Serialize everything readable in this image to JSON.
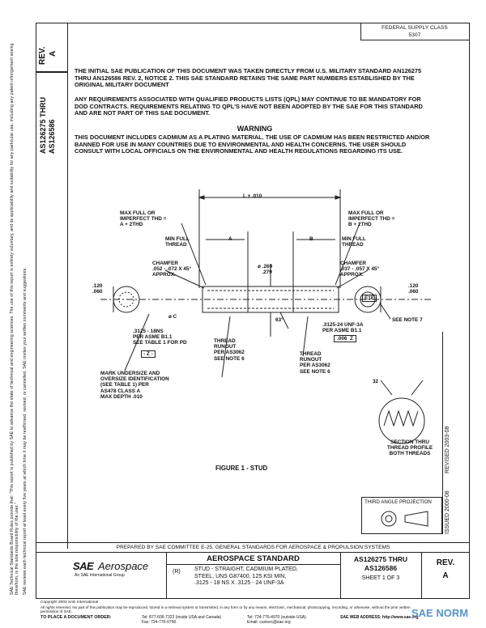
{
  "header": {
    "rev_label": "REV.",
    "rev_value": "A",
    "doc_numbers": "AS126275 THRU AS126586",
    "federal_supply_label": "FEDERAL SUPPLY CLASS",
    "federal_supply_value": "5307"
  },
  "paragraphs": {
    "p1": "THE INITIAL SAE PUBLICATION OF THIS DOCUMENT WAS TAKEN DIRECTLY FROM U.S. MILITARY STANDARD AN126275 THRU AN126586 REV. 2, NOTICE 2. THIS SAE STANDARD RETAINS THE SAME PART NUMBERS ESTABLISHED BY THE ORIGINAL MILITARY DOCUMENT",
    "p2": "ANY REQUIREMENTS ASSOCIATED WITH QUALIFIED PRODUCTS LISTS (QPL) MAY CONTINUE TO BE MANDATORY FOR DOD CONTRACTS. REQUIREMENTS RELATING TO QPL'S HAVE NOT BEEN ADOPTED BY THE SAE FOR THIS STANDARD AND ARE NOT PART OF THIS SAE DOCUMENT.",
    "warning_title": "WARNING",
    "p3": "THIS DOCUMENT INCLUDES CADMIUM AS A PLATING MATERIAL. THE USE OF CADMIUM HAS BEEN RESTRICTED AND/OR BANNED FOR USE IN MANY COUNTRIES DUE TO ENVIRONMENTAL AND HEALTH CONCERNS. THE USER SHOULD CONSULT WITH LOCAL OFFICIALS ON THE ENVIRONMENTAL AND HEALTH REGULATIONS REGARDING ITS USE."
  },
  "figure": {
    "caption": "FIGURE 1 - STUD",
    "labels": {
      "length": "L ± .010",
      "max_full_left": "MAX FULL OR\nIMPERFECT THD =\nA + 2THD",
      "max_full_right": "MAX FULL OR\nIMPERFECT THD =\nB + 2THD",
      "min_full_left": "MIN FULL\nTHREAD",
      "min_full_right": "MIN FULL\nTHREAD",
      "dim_a": "A",
      "dim_b": "B",
      "chamfer_left": "CHAMFER\n.052 - .072 X 45°\nAPPROX.",
      "chamfer_right": "CHAMFER\n.037 - .057 X 45°\nAPPROX.",
      "dia": "ø .269\n   .279",
      "left_dims": ".120\n.060",
      "right_dims": ".120\n.060",
      "phi_c": "ø C",
      "angle": "63°",
      "e1e_tag": "E1E",
      "see_note_7": "SEE NOTE 7",
      "thread_left": ".3125 - 18NS\nPER ASME B1.1\nSEE TABLE 1 FOR PD",
      "z_box": "- Z -",
      "thread_right": ".3125-24 UNF-3A\nPER ASME B1.1",
      "tolerance": ".006  Z",
      "runout_left": "THREAD\nRUNOUT\nPER AS3062\nSEE NOTE 6",
      "runout_right": "THREAD\nRUNOUT\nPER AS3062\nSEE NOTE 6",
      "mark_undersize": "MARK UNDERSIZE AND\nOVERSIZE IDENTIFICATION\n(SEE TABLE 1) PER\nAS478 CLASS A\nMAX DEPTH .010",
      "section_angle": "32",
      "section_caption": "SECTION THRU\nTHREAD PROFILE\nBOTH THREADS"
    }
  },
  "side": {
    "revised": "REVISED 2003-08",
    "issued": "ISSUED 2000-08",
    "third_angle": "THIRD ANGLE PROJECTION"
  },
  "left_margin": {
    "note1": "SAE Technical Standards Board Rules provide that: \"This report is published by SAE to advance the state of technical and engineering sciences. The use of this report is entirely voluntary, and its applicability and suitability for any particular use, including any patent infringement arising therefrom, is the sole responsibility of the user.\"",
    "note2": "SAE reviews each technical report at least every five years at which time it may be reaffirmed, revised, or cancelled. SAE invites your written comments and suggestions."
  },
  "title_block": {
    "prepared_by": "PREPARED BY SAE COMMITTEE E-25, GENERAL STANDARDS FOR AEROSPACE & PROPULSION SYSTEMS",
    "logo_sae": "SAE",
    "logo_aero": "Aerospace",
    "logo_sub": "An SAE International Group",
    "standard_title": "AEROSPACE STANDARD",
    "r_mark": "(R)",
    "description": "STUD - STRAIGHT, CADMIUM PLATED,\nSTEEL, UNS G87400, 125 KSI MIN,\n.3125 - 18 NS X .3125 - 24 UNF-3A",
    "as_numbers": "AS126275 THRU\nAS126586",
    "sheet": "SHEET 1 OF 3",
    "rev_label": "REV.",
    "rev_value": "A"
  },
  "footer": {
    "copyright": "Copyright 2003 SAE International",
    "rights": "All rights reserved. No part of this publication may be reproduced, stored in a retrieval system or transmitted, in any form or by any means, electronic, mechanical, photocopying, recording, or otherwise, without the prior written permission of SAE.",
    "order_label": "TO PLACE A DOCUMENT ORDER:",
    "tel": "Tel:  877-606-7323 (inside USA and Canada)",
    "tel2": "Tel:  724-776-4970 (outside USA)",
    "fax": "Fax:  724-776-0790",
    "email": "Email:  custsvc@sae.org",
    "web": "SAE WEB ADDRESS:  http://www.sae.org",
    "watermark": "SAE NORM"
  }
}
